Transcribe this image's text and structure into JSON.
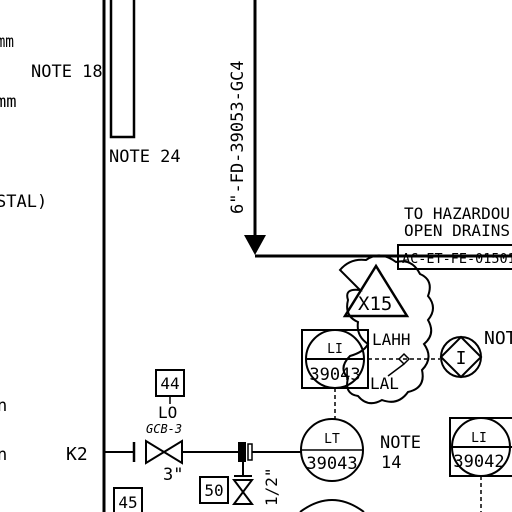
{
  "margin_labels": {
    "mm_top": "mm",
    "mm_bottom": "mm",
    "stal": "STAL)",
    "n_top": "n",
    "n_bottom": "n",
    "k2": "K2"
  },
  "notes": {
    "note_18": "NOTE 18",
    "note_24": "NOTE 24",
    "note_14_line1": "NOTE",
    "note_14_line2": "14",
    "not_cut": "NOT"
  },
  "line_spec": "6\"-FD-39053-GC4",
  "destination": {
    "line1": "TO HAZARDOU",
    "line2": "OPEN DRAINS",
    "ref": "AC-ET-FE-01501"
  },
  "revision_triangle": "X15",
  "alarms": {
    "high": "LAHH",
    "low": "LAL"
  },
  "instruments": [
    {
      "id": "li-39043",
      "tag": "LI",
      "number": "39043"
    },
    {
      "id": "lt-39043",
      "tag": "LT",
      "number": "39043"
    },
    {
      "id": "li-39042",
      "tag": "LI",
      "number": "39042"
    },
    {
      "id": "interlock",
      "tag": "I",
      "number": ""
    }
  ],
  "valve": {
    "status": "LO",
    "type": "GCB-3",
    "size": "3\"",
    "small_size": "1/2\""
  },
  "boxes": {
    "b44": "44",
    "b45": "45",
    "b50": "50"
  }
}
